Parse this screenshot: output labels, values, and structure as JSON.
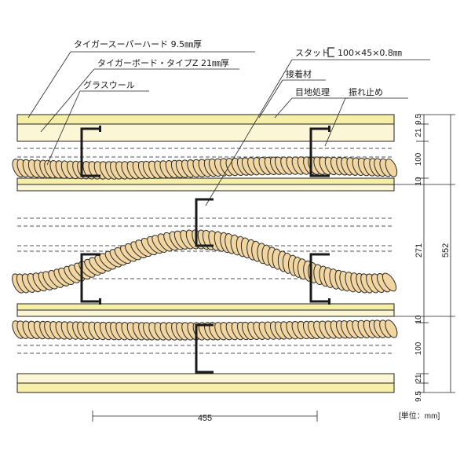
{
  "labels": {
    "hard_board": "タイガースーパーハード 9.5㎜厚",
    "z_board": "タイガーボード・タイプZ 21㎜厚",
    "glass_wool": "グラスウール",
    "stud": "スタッド",
    "stud_size": "100×45×0.8㎜",
    "adhesive": "接着材",
    "joint": "目地処理",
    "sway_stop": "振れ止め"
  },
  "dimensions": {
    "top_95": "9.5",
    "top_21": "21",
    "top_100": "100",
    "top_10": "10",
    "mid_271": "271",
    "total_552": "552",
    "bot_10": "10",
    "bot_100": "100",
    "bot_21": "21",
    "bot_95": "9.5",
    "spacing_455": "455"
  },
  "unit": "[単位：mm]",
  "colors": {
    "board_face": "#f6efaa",
    "board_core": "#fbf7d6",
    "wool": "#f2d6a2",
    "line": "#222222"
  }
}
